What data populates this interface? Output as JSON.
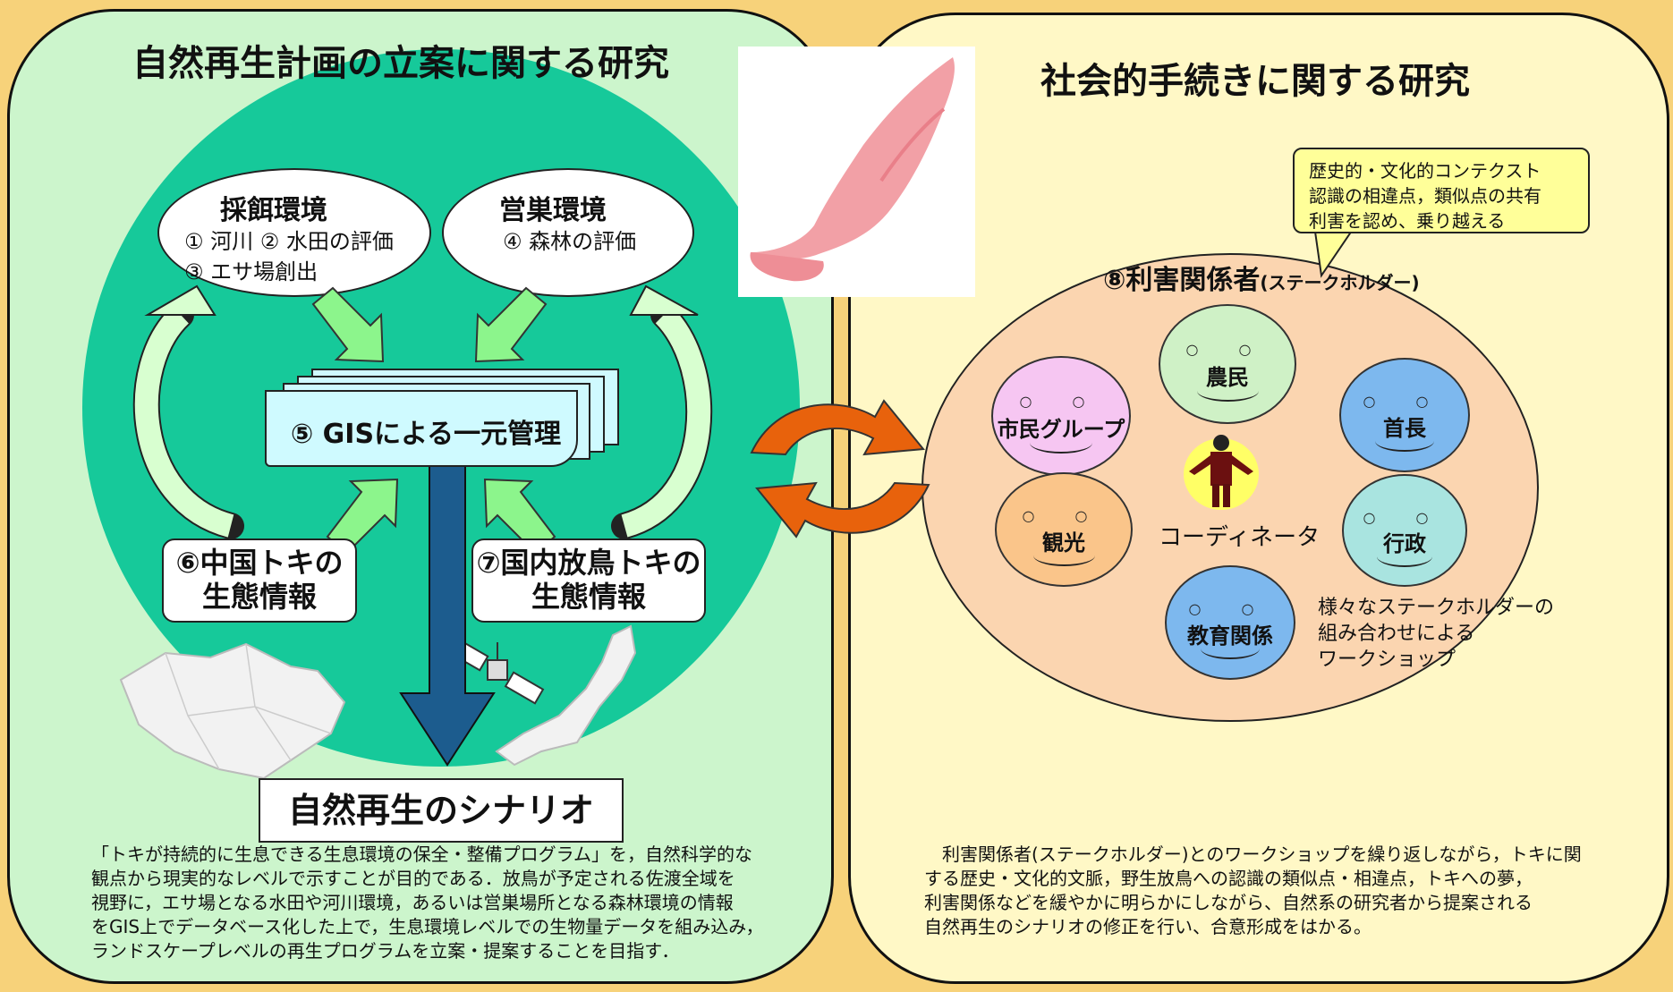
{
  "left": {
    "title": "自然再生計画の立案に関する研究",
    "feeding": {
      "title": "採餌環境",
      "line1": "① 河川 ② 水田の評価",
      "line2": "③ エサ場創出"
    },
    "nesting": {
      "title": "営巣環境",
      "line1": "④ 森林の評価"
    },
    "gis": "⑤ GISによる一元管理",
    "china": {
      "line1": "⑥中国トキの",
      "line2": "生態情報"
    },
    "domestic": {
      "line1": "⑦国内放鳥トキの",
      "line2": "生態情報"
    },
    "scenario": "自然再生のシナリオ",
    "description": [
      "「トキが持続的に生息できる生息環境の保全・整備プログラム」を，自然科学的な",
      "観点から現実的なレベルで示すことが目的である．放鳥が予定される佐渡全域を",
      "視野に，エサ場となる水田や河川環境，あるいは営巣場所となる森林環境の情報",
      "をGIS上でデータベース化した上で，生息環境レベルでの生物量データを組み込み，",
      "ランドスケープレベルの再生プログラムを立案・提案することを目指す．"
    ]
  },
  "right": {
    "title": "社会的手続きに関する研究",
    "callout": [
      "歴史的・文化的コンテクスト",
      "認識の相違点，類似点の共有",
      "利害を認め、乗り越える"
    ],
    "stakeholders_main": "⑧利害関係者",
    "stakeholders_sub": "(ステークホルダー)",
    "faces": {
      "citizen": "市民グループ",
      "farmer": "農民",
      "mayor": "首長",
      "tourism": "観光",
      "admin": "行政",
      "education": "教育関係"
    },
    "eyes": "○ ○",
    "coordinator": "コーディネータ",
    "workshop": [
      "様々なステークホルダーの",
      "組み合わせによる",
      "ワークショップ"
    ],
    "description": [
      "利害関係者(ステークホルダー)とのワークショップを繰り返しながら，トキに関",
      "する歴史・文化的文脈，野生放鳥への認識の類似点・相違点，トキへの夢，",
      "利害関係などを緩やかに明らかにしながら、自然系の研究者から提案される",
      "自然再生のシナリオの修正を行い、合意形成をはかる。"
    ]
  },
  "colors": {
    "background": "#F7D27A",
    "left_panel": "#CCF5CC",
    "right_panel": "#FFF8C6",
    "teal_circle": "#16C99A",
    "gis_box": "#CFFAFF",
    "down_arrow": "#1C5C8E",
    "orange_arrow": "#E8620C",
    "stakeholder_circle": "#FBD5B0",
    "face_pink": "#F6C6F2",
    "face_green": "#CFF1C6",
    "face_blue": "#7DB8EE",
    "face_orange": "#FAC58A",
    "face_teal": "#A9E4E0",
    "callout": "#FFFF99"
  }
}
